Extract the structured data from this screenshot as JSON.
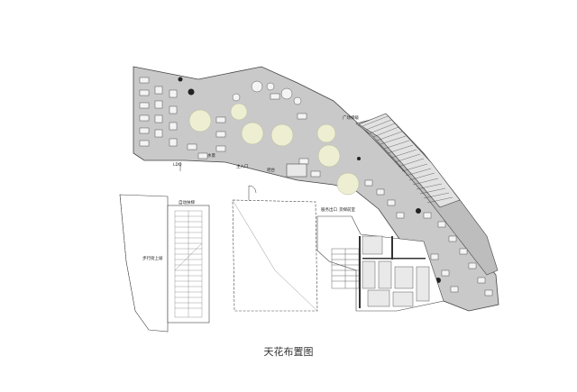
{
  "caption": "天花布置图",
  "labels": {
    "plaza_steps": "广场梯级",
    "main_entrance": "主入口",
    "auto_walkway": "自动扶梯",
    "water_feature": "水景",
    "ramp_up": "步行街上坡",
    "service_exit": "服务出口",
    "goods_hall": "货梯前室",
    "ldq": "LDQ",
    "bar": "吧台"
  }
}
